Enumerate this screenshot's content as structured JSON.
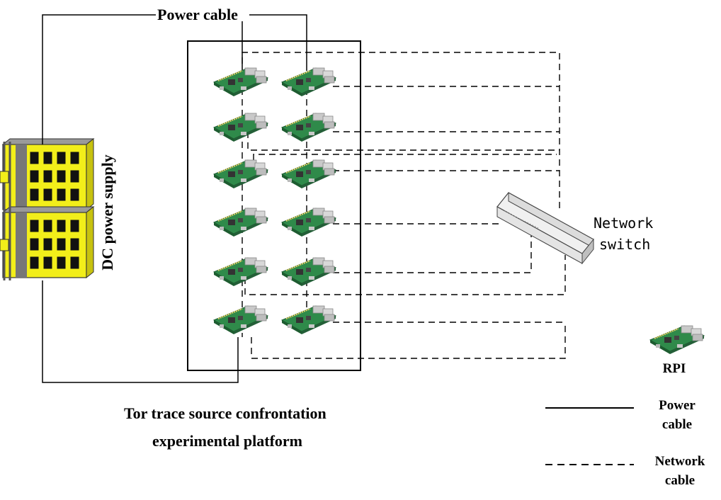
{
  "diagram": {
    "power_cable_top_label": "Power cable",
    "dc_power_label": "DC power supply",
    "switch_label": [
      "Network",
      "switch"
    ],
    "platform_caption": [
      "Tor trace source confrontation",
      "experimental platform"
    ],
    "legend": {
      "rpi_label": "RPI",
      "power_label": [
        "Power",
        "cable"
      ],
      "network_label": [
        "Network",
        "cable"
      ]
    }
  },
  "colors": {
    "psu_fill": "#f2ee1a",
    "psu_dark": "#7a7a7a",
    "board_green": "#2f8a4a",
    "line": "#000000"
  },
  "icons": {
    "psu": "dc-power-supply-icon",
    "board": "raspberry-pi-board-icon",
    "switch": "network-switch-icon"
  }
}
